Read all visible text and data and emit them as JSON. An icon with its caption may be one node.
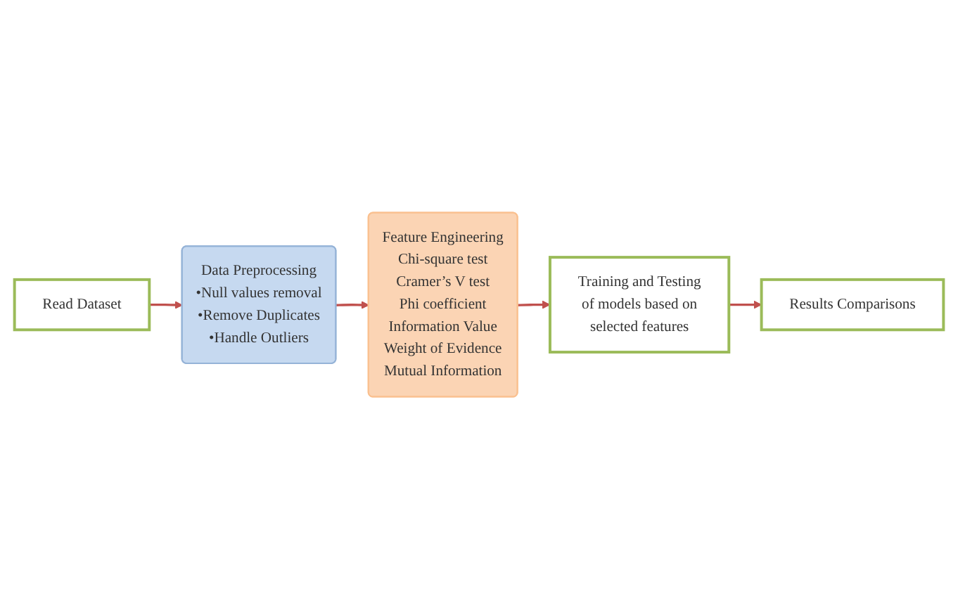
{
  "diagram": {
    "nodes": [
      {
        "text": [
          "Read Dataset"
        ]
      },
      {
        "text": [
          "Data Preprocessing",
          "•Null values removal",
          "•Remove Duplicates",
          "•Handle Outliers"
        ]
      },
      {
        "text": [
          "Feature Engineering",
          "Chi-square test",
          "Cramer’s V test",
          "Phi coefficient",
          "Information Value",
          "Weight of Evidence",
          "Mutual Information"
        ]
      },
      {
        "text": [
          "Training and Testing of models based on selected features"
        ]
      },
      {
        "text": [
          "Results Comparisons"
        ]
      }
    ],
    "edges": [
      {
        "from": 0,
        "to": 1,
        "arrow": "to",
        "color": "#c0504d"
      },
      {
        "from": 1,
        "to": 2,
        "arrow": "to",
        "color": "#c0504d"
      },
      {
        "from": 2,
        "to": 3,
        "arrow": "to",
        "color": "#c0504d"
      },
      {
        "from": 3,
        "to": 4,
        "arrow": "to",
        "color": "#c0504d"
      }
    ]
  }
}
